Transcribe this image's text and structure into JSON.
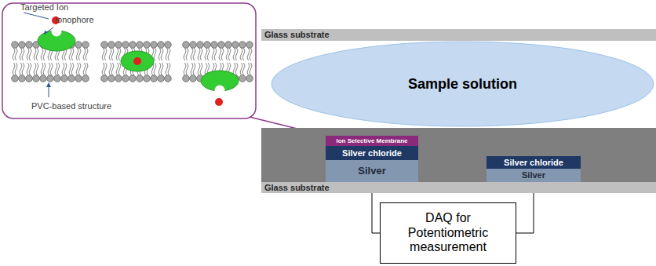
{
  "diagram": {
    "nodes": [
      {
        "text": [
          "Glass substrate"
        ]
      },
      {
        "text": [
          "Sample solution"
        ]
      },
      {
        "text": [
          "Ion Selective Membrane"
        ]
      },
      {
        "text": [
          "Silver chloride"
        ]
      },
      {
        "text": [
          "Silver"
        ]
      },
      {
        "text": [
          "Silver chloride"
        ]
      },
      {
        "text": [
          "Silver"
        ]
      },
      {
        "text": [
          "Glass substrate"
        ]
      },
      {
        "text": [
          "DAQ for Potentiometric measurement"
        ]
      }
    ],
    "edges": [
      {
        "from": 4,
        "to": 8,
        "arrow": "none"
      },
      {
        "from": 6,
        "to": 8,
        "arrow": "none"
      }
    ],
    "labels": [
      "Targeted Ion",
      "Ionophore",
      "PVC-based structure"
    ]
  }
}
